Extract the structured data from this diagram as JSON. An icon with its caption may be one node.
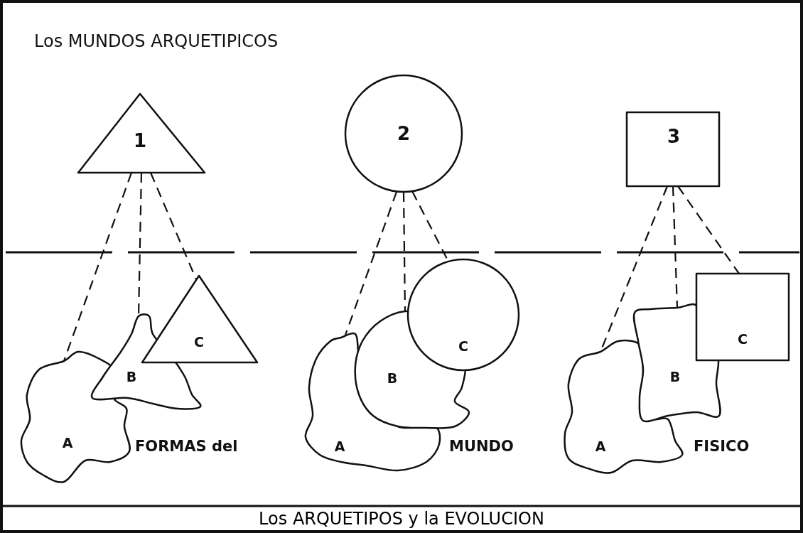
{
  "diagram": {
    "title": "Los MUNDOS ARQUETIPICOS",
    "caption": "Los ARQUETIPOS y la EVOLUCION",
    "nodes": [
      {
        "text": [
          "1"
        ]
      },
      {
        "text": [
          "A"
        ]
      },
      {
        "text": [
          "B"
        ]
      },
      {
        "text": [
          "C"
        ]
      },
      {
        "text": [
          "2"
        ]
      },
      {
        "text": [
          "A"
        ]
      },
      {
        "text": [
          "B"
        ]
      },
      {
        "text": [
          "C"
        ]
      },
      {
        "text": [
          "3"
        ]
      },
      {
        "text": [
          "A"
        ]
      },
      {
        "text": [
          "B"
        ]
      },
      {
        "text": [
          "C"
        ]
      }
    ],
    "edges": [
      {
        "from": 0,
        "to": 1,
        "arrow": "none",
        "style": "dashed"
      },
      {
        "from": 0,
        "to": 2,
        "arrow": "none",
        "style": "dashed"
      },
      {
        "from": 0,
        "to": 3,
        "arrow": "none",
        "style": "dashed"
      },
      {
        "from": 4,
        "to": 5,
        "arrow": "none",
        "style": "dashed"
      },
      {
        "from": 4,
        "to": 6,
        "arrow": "none",
        "style": "dashed"
      },
      {
        "from": 4,
        "to": 7,
        "arrow": "none",
        "style": "dashed"
      },
      {
        "from": 8,
        "to": 9,
        "arrow": "none",
        "style": "dashed"
      },
      {
        "from": 8,
        "to": 10,
        "arrow": "none",
        "style": "dashed"
      },
      {
        "from": 8,
        "to": 11,
        "arrow": "none",
        "style": "dashed"
      }
    ],
    "labels": [
      "FORMAS del",
      "MUNDO",
      "FISICO"
    ]
  }
}
